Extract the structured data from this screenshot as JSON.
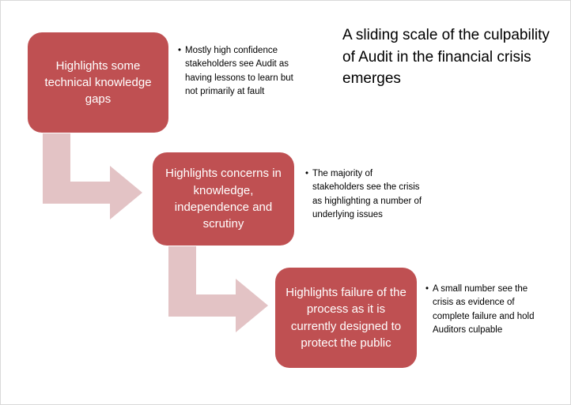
{
  "title": "A sliding scale of the culpability of Audit in the financial crisis emerges",
  "colors": {
    "box_fill": "#BF5052",
    "arrow_fill": "#E3C3C5",
    "box_text": "#FFFFFF",
    "body_text": "#000000"
  },
  "stages": [
    {
      "box_label": "Highlights some technical knowledge gaps",
      "bullets": [
        "Mostly high confidence stakeholders see Audit as having lessons to learn but not primarily at fault"
      ]
    },
    {
      "box_label": "Highlights concerns in knowledge, independence and scrutiny",
      "bullets": [
        "The majority of stakeholders see the crisis as highlighting a number of underlying issues"
      ]
    },
    {
      "box_label": "Highlights failure of the process as it is currently designed to protect the public",
      "bullets": [
        "A small number see the crisis as evidence of complete failure and hold Auditors culpable"
      ]
    }
  ],
  "arrows": [
    {
      "name": "elbow-arrow-stage1-to-stage2",
      "direction": "down-then-right"
    },
    {
      "name": "elbow-arrow-stage2-to-stage3",
      "direction": "down-then-right"
    }
  ]
}
